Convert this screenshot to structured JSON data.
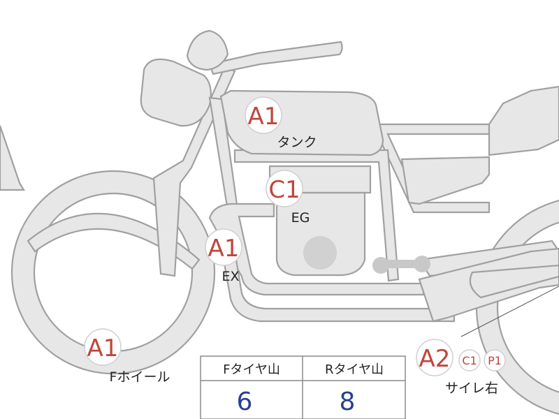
{
  "colors": {
    "code_red": "#c0463d",
    "value_blue": "#2a3f8f",
    "bike_fill": "#e6e7e6",
    "bike_line": "#9fa09f"
  },
  "markers": {
    "tank": {
      "code": "A1",
      "label": "タンク"
    },
    "engine": {
      "code": "C1",
      "label": "EG"
    },
    "exhaust": {
      "code": "A1",
      "label": "EX"
    },
    "front_wheel": {
      "code": "A1",
      "label": "Fホイール"
    },
    "side_right": {
      "code": "A2",
      "sub_codes": [
        "C1",
        "P1"
      ],
      "label": "サイレ右"
    }
  },
  "tire_table": {
    "front_header": "Fタイヤ山",
    "rear_header": "Rタイヤ山",
    "front_value": "6",
    "rear_value": "8"
  }
}
